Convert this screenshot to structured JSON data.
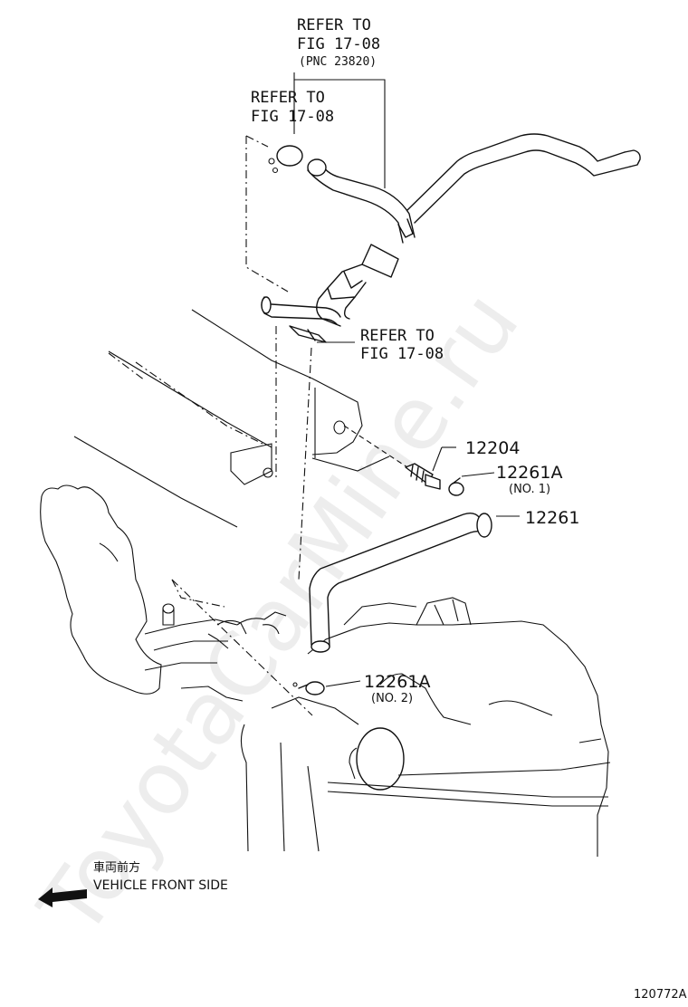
{
  "callouts": {
    "refer_top": {
      "line1": "REFER TO",
      "line2": "FIG 17-08",
      "line3": "(PNC 23820)"
    },
    "refer_left": {
      "line1": "REFER TO",
      "line2": "FIG 17-08"
    },
    "refer_mid": {
      "line1": "REFER TO",
      "line2": "FIG 17-08"
    }
  },
  "parts": [
    {
      "number": "12204",
      "note": ""
    },
    {
      "number": "12261A",
      "note": "(NO. 1)"
    },
    {
      "number": "12261",
      "note": ""
    },
    {
      "number": "12261A",
      "note": "(NO. 2)"
    }
  ],
  "direction": {
    "japanese": "車両前方",
    "english": "VEHICLE FRONT SIDE"
  },
  "watermark": "ToyotaCarMine.ru",
  "figure_id": "120772A",
  "colors": {
    "line": "#111111",
    "background": "#ffffff"
  },
  "icons": {
    "direction_arrow": "arrow-left-icon"
  }
}
